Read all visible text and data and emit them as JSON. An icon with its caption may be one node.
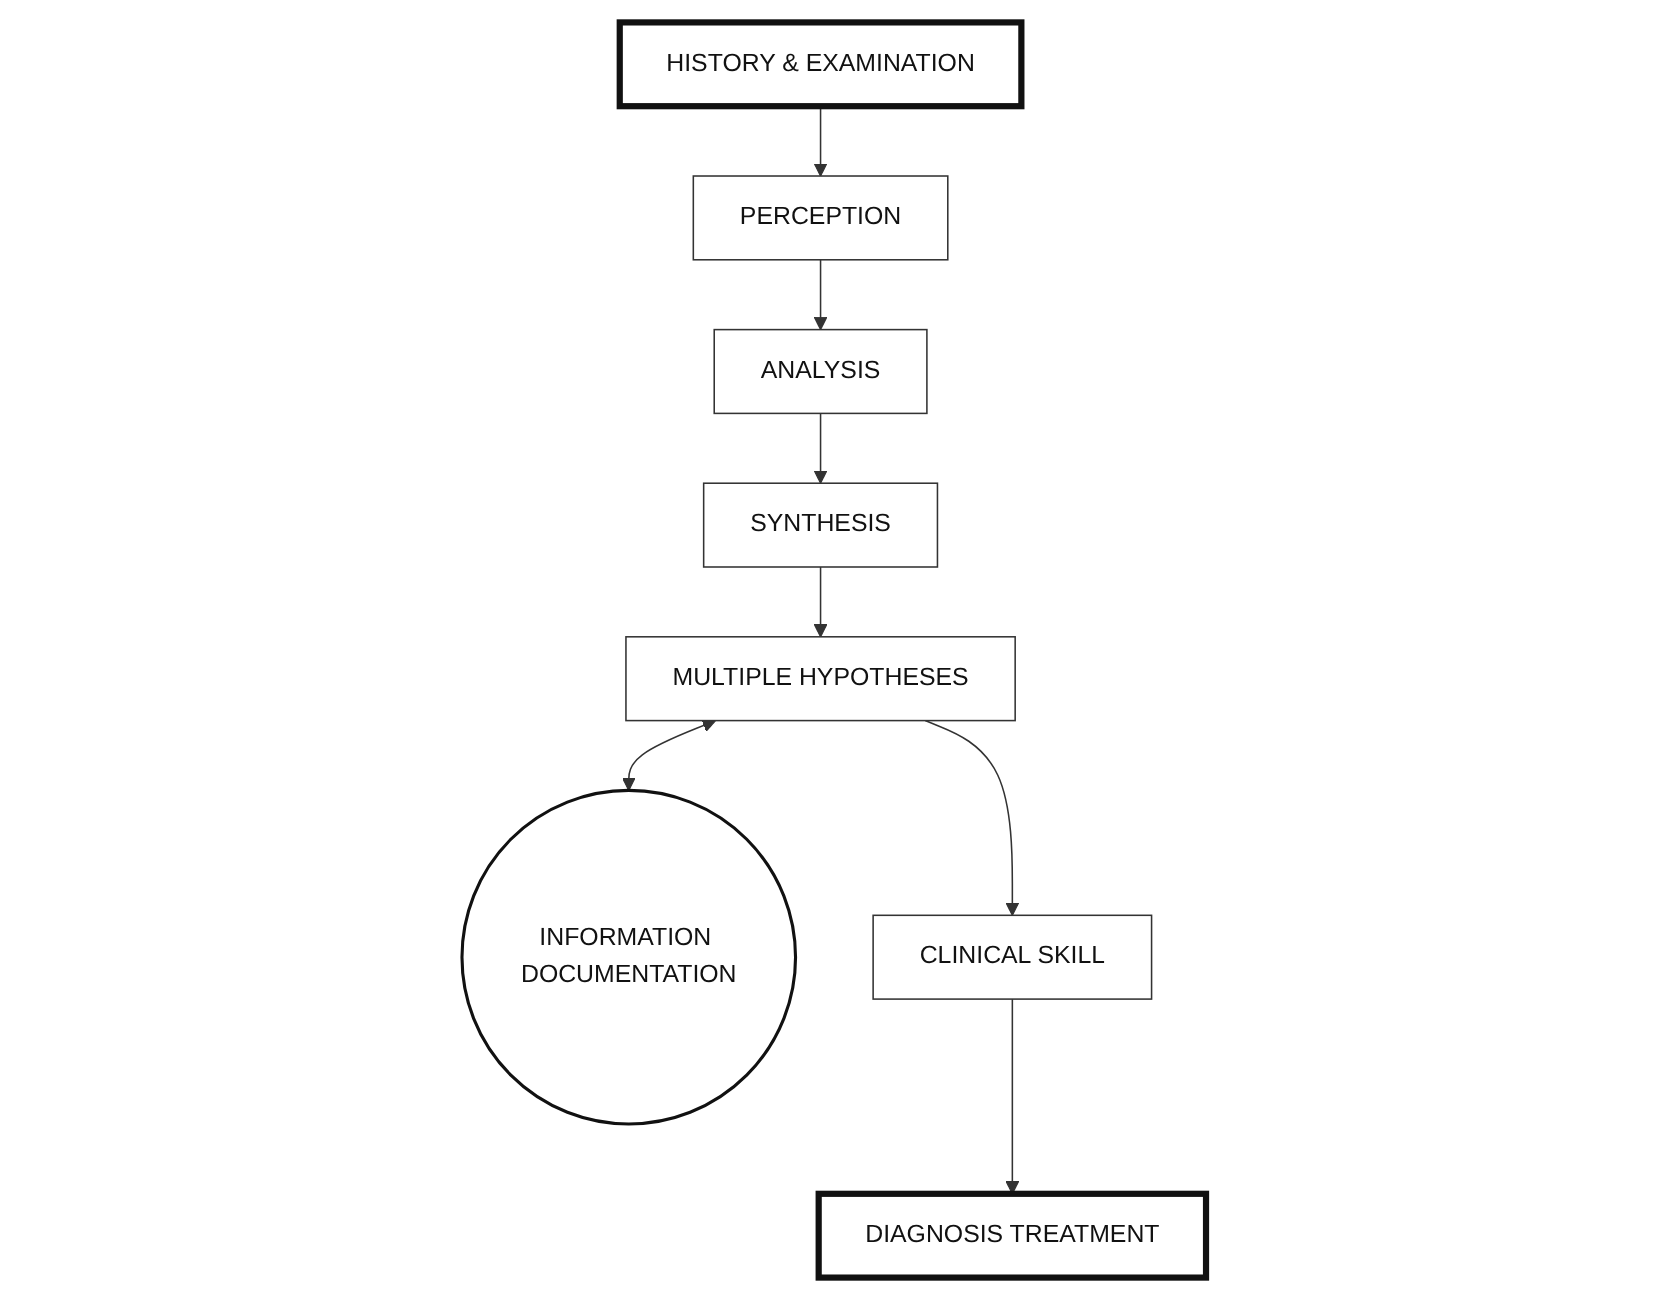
{
  "diagram": {
    "nodes": [
      {
        "text": [
          "HISTORY & EXAMINATION"
        ]
      },
      {
        "text": [
          "PERCEPTION"
        ]
      },
      {
        "text": [
          "ANALYSIS"
        ]
      },
      {
        "text": [
          "SYNTHESIS"
        ]
      },
      {
        "text": [
          "MULTIPLE HYPOTHESES"
        ]
      },
      {
        "text": [
          "INFORMATION DOCUMENTATION"
        ]
      },
      {
        "text": [
          "CLINICAL SKILL"
        ]
      },
      {
        "text": [
          "DIAGNOSIS TREATMENT"
        ]
      }
    ],
    "edges": [
      {
        "from": 0,
        "to": 1,
        "arrow": "to"
      },
      {
        "from": 1,
        "to": 2,
        "arrow": "to"
      },
      {
        "from": 2,
        "to": 3,
        "arrow": "to"
      },
      {
        "from": 3,
        "to": 4,
        "arrow": "to"
      },
      {
        "from": 4,
        "to": 5,
        "arrow": "both"
      },
      {
        "from": 4,
        "to": 6,
        "arrow": "to"
      },
      {
        "from": 6,
        "to": 7,
        "arrow": "to"
      }
    ]
  }
}
